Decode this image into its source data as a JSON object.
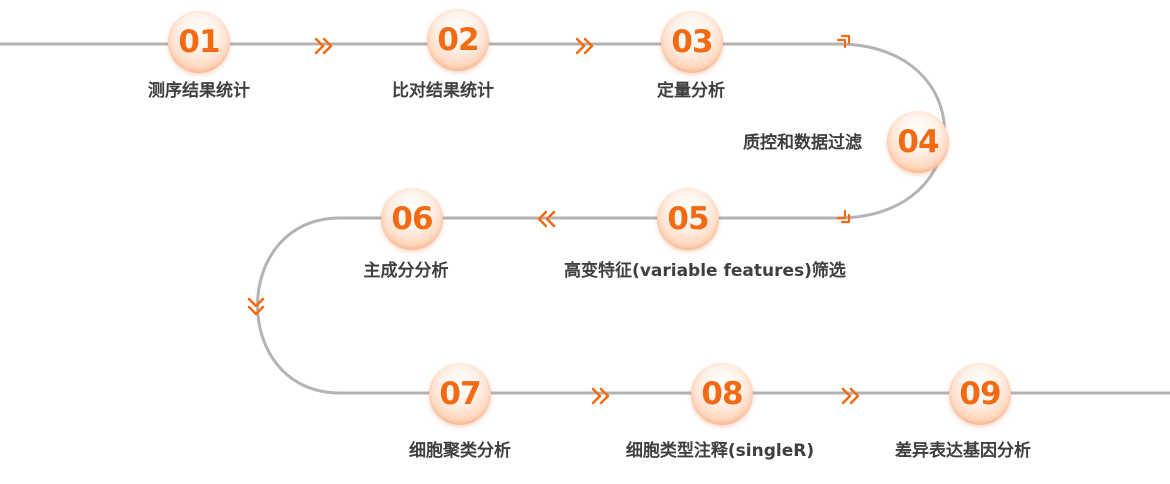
{
  "colors": {
    "line": "#b3b3b3",
    "accent": "#f26a13"
  },
  "steps": [
    {
      "num": "01",
      "label": "测序结果统计"
    },
    {
      "num": "02",
      "label": "比对结果统计"
    },
    {
      "num": "03",
      "label": "定量分析"
    },
    {
      "num": "04",
      "label": "质控和数据过滤"
    },
    {
      "num": "05",
      "label": "高变特征(variable features)筛选"
    },
    {
      "num": "06",
      "label": "主成分分析"
    },
    {
      "num": "07",
      "label": "细胞聚类分析"
    },
    {
      "num": "08",
      "label": "细胞类型注释(singleR)"
    },
    {
      "num": "09",
      "label": "差异表达基因分析"
    }
  ],
  "arrows": [
    {
      "icon": "double-chevron-right-icon"
    },
    {
      "icon": "double-chevron-right-icon"
    },
    {
      "icon": "corner-arrow-icon"
    },
    {
      "icon": "corner-arrow-icon"
    },
    {
      "icon": "double-chevron-left-icon"
    },
    {
      "icon": "double-chevron-down-icon"
    },
    {
      "icon": "double-chevron-right-icon"
    },
    {
      "icon": "double-chevron-right-icon"
    }
  ]
}
